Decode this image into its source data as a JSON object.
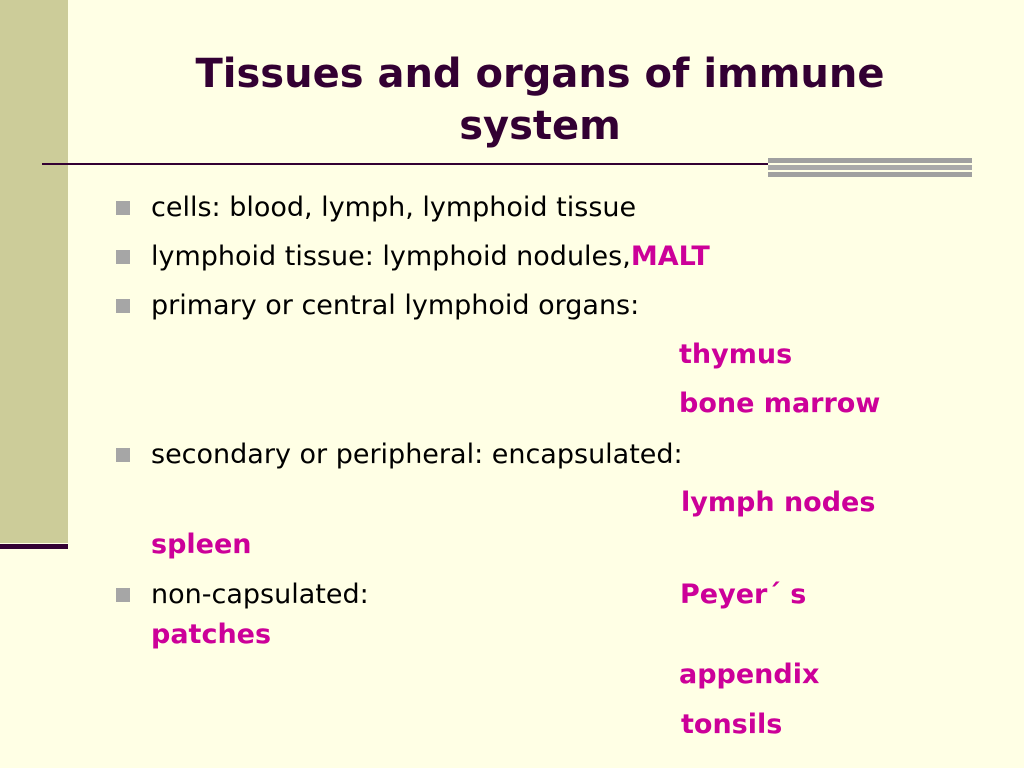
{
  "title": {
    "line1": "Tissues and organs of immune",
    "line2": "system"
  },
  "colors": {
    "title": "#330033",
    "highlight": "#CC0099",
    "background": "#FFFFE5",
    "sidebar": "#CCCC99",
    "bullet": "#A6A6A6"
  },
  "bullets": [
    {
      "text": "cells: blood, lymph, lymphoid tissue"
    },
    {
      "text": "lymphoid tissue: lymphoid nodules,",
      "highlight": "MALT"
    },
    {
      "text": "primary or central lymphoid organs:"
    },
    {
      "text": "secondary or peripheral: encapsulated:"
    },
    {
      "text": "non-capsulated:"
    }
  ],
  "organs": {
    "thymus": "thymus",
    "bone_marrow": "bone marrow",
    "lymph_nodes": "lymph nodes",
    "spleen": "spleen",
    "peyers": "Peyer´ s",
    "patches": "patches",
    "appendix": "appendix",
    "tonsils": "tonsils"
  }
}
